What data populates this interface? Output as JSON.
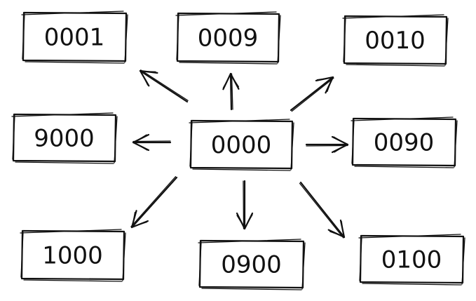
{
  "diagram": {
    "center": {
      "id": "center",
      "label": "0000"
    },
    "neighbors": [
      {
        "id": "n-top-left",
        "label": "0001"
      },
      {
        "id": "n-top",
        "label": "0009"
      },
      {
        "id": "n-top-right",
        "label": "0010"
      },
      {
        "id": "n-left",
        "label": "9000"
      },
      {
        "id": "n-right",
        "label": "0090"
      },
      {
        "id": "n-bottom-left",
        "label": "1000"
      },
      {
        "id": "n-bottom",
        "label": "0900"
      },
      {
        "id": "n-bottom-right",
        "label": "0100"
      }
    ],
    "edges": [
      {
        "from": "center",
        "to": "n-top-left"
      },
      {
        "from": "center",
        "to": "n-top"
      },
      {
        "from": "center",
        "to": "n-top-right"
      },
      {
        "from": "center",
        "to": "n-left"
      },
      {
        "from": "center",
        "to": "n-right"
      },
      {
        "from": "center",
        "to": "n-bottom-left"
      },
      {
        "from": "center",
        "to": "n-bottom"
      },
      {
        "from": "center",
        "to": "n-bottom-right"
      }
    ],
    "stroke_color": "#111111",
    "background_color": "#ffffff"
  }
}
